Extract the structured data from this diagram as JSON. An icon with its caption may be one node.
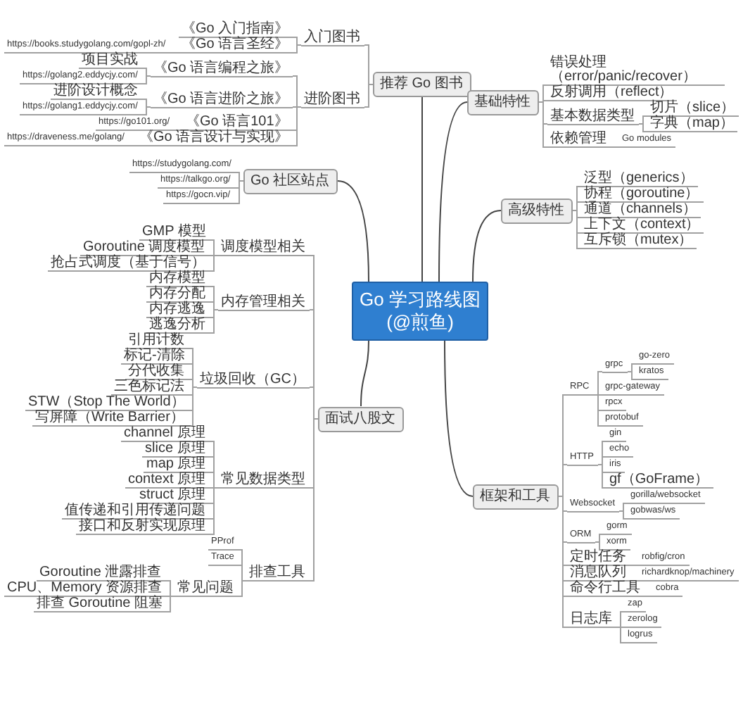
{
  "diagram": {
    "nodes": [
      {
        "text": [
          "Go 学习路线图 (@煎鱼)"
        ]
      },
      {
        "text": [
          "Go 社区站点"
        ]
      },
      {
        "text": [
          "https://studygolang.com/"
        ]
      },
      {
        "text": [
          "https://talkgo.org/"
        ]
      },
      {
        "text": [
          "https://gocn.vip/"
        ]
      },
      {
        "text": [
          "推荐 Go 图书"
        ]
      },
      {
        "text": [
          "入门图书"
        ]
      },
      {
        "text": [
          "《Go 入门指南》"
        ]
      },
      {
        "text": [
          "《Go 语言圣经》"
        ]
      },
      {
        "text": [
          "https://books.studygolang.com/gopl-zh/"
        ]
      },
      {
        "text": [
          "进阶图书"
        ]
      },
      {
        "text": [
          "《Go 语言编程之旅》"
        ]
      },
      {
        "text": [
          "项目实战"
        ]
      },
      {
        "text": [
          "https://golang2.eddycjy.com/"
        ]
      },
      {
        "text": [
          "《Go 语言进阶之旅》"
        ]
      },
      {
        "text": [
          "进阶设计概念"
        ]
      },
      {
        "text": [
          "https://golang1.eddycjy.com/"
        ]
      },
      {
        "text": [
          "《Go 语言101》"
        ]
      },
      {
        "text": [
          "https://go101.org/"
        ]
      },
      {
        "text": [
          "《Go 语言设计与实现》"
        ]
      },
      {
        "text": [
          "https://draveness.me/golang/"
        ]
      },
      {
        "text": [
          "面试八股文"
        ]
      },
      {
        "text": [
          "调度模型相关"
        ]
      },
      {
        "text": [
          "GMP 模型"
        ]
      },
      {
        "text": [
          "Goroutine 调度模型"
        ]
      },
      {
        "text": [
          "抢占式调度（基于信号）"
        ]
      },
      {
        "text": [
          "内存管理相关"
        ]
      },
      {
        "text": [
          "内存模型"
        ]
      },
      {
        "text": [
          "内存分配"
        ]
      },
      {
        "text": [
          "内存逃逸"
        ]
      },
      {
        "text": [
          "逃逸分析"
        ]
      },
      {
        "text": [
          "垃圾回收（GC）"
        ]
      },
      {
        "text": [
          "引用计数"
        ]
      },
      {
        "text": [
          "标记-清除"
        ]
      },
      {
        "text": [
          "分代收集"
        ]
      },
      {
        "text": [
          "三色标记法"
        ]
      },
      {
        "text": [
          "STW（Stop The World）"
        ]
      },
      {
        "text": [
          "写屏障（Write Barrier）"
        ]
      },
      {
        "text": [
          "常见数据类型"
        ]
      },
      {
        "text": [
          "channel 原理"
        ]
      },
      {
        "text": [
          "slice 原理"
        ]
      },
      {
        "text": [
          "map 原理"
        ]
      },
      {
        "text": [
          "context 原理"
        ]
      },
      {
        "text": [
          "struct 原理"
        ]
      },
      {
        "text": [
          "值传递和引用传递问题"
        ]
      },
      {
        "text": [
          "接口和反射实现原理"
        ]
      },
      {
        "text": [
          "排查工具"
        ]
      },
      {
        "text": [
          "PProf"
        ]
      },
      {
        "text": [
          "Trace"
        ]
      },
      {
        "text": [
          "常见问题"
        ]
      },
      {
        "text": [
          "Goroutine 泄露排查"
        ]
      },
      {
        "text": [
          "CPU、Memory 资源排查"
        ]
      },
      {
        "text": [
          "排查 Goroutine 阻塞"
        ]
      },
      {
        "text": [
          "基础特性"
        ]
      },
      {
        "text": [
          "错误处理（error/panic/recover）"
        ]
      },
      {
        "text": [
          "反射调用（reflect）"
        ]
      },
      {
        "text": [
          "基本数据类型"
        ]
      },
      {
        "text": [
          "切片（slice）"
        ]
      },
      {
        "text": [
          "字典（map）"
        ]
      },
      {
        "text": [
          "依赖管理"
        ]
      },
      {
        "text": [
          "Go modules"
        ]
      },
      {
        "text": [
          "高级特性"
        ]
      },
      {
        "text": [
          "泛型（generics）"
        ]
      },
      {
        "text": [
          "协程（goroutine）"
        ]
      },
      {
        "text": [
          "通道（channels）"
        ]
      },
      {
        "text": [
          "上下文（context）"
        ]
      },
      {
        "text": [
          "互斥锁（mutex）"
        ]
      },
      {
        "text": [
          "框架和工具"
        ]
      },
      {
        "text": [
          "RPC"
        ]
      },
      {
        "text": [
          "grpc"
        ]
      },
      {
        "text": [
          "go-zero"
        ]
      },
      {
        "text": [
          "kratos"
        ]
      },
      {
        "text": [
          "grpc-gateway"
        ]
      },
      {
        "text": [
          "rpcx"
        ]
      },
      {
        "text": [
          "protobuf"
        ]
      },
      {
        "text": [
          "HTTP"
        ]
      },
      {
        "text": [
          "gin"
        ]
      },
      {
        "text": [
          "echo"
        ]
      },
      {
        "text": [
          "iris"
        ]
      },
      {
        "text": [
          "gf（GoFrame）"
        ]
      },
      {
        "text": [
          "Websocket"
        ]
      },
      {
        "text": [
          "gorilla/websocket"
        ]
      },
      {
        "text": [
          "gobwas/ws"
        ]
      },
      {
        "text": [
          "ORM"
        ]
      },
      {
        "text": [
          "gorm"
        ]
      },
      {
        "text": [
          "xorm"
        ]
      },
      {
        "text": [
          "定时任务"
        ]
      },
      {
        "text": [
          "robfig/cron"
        ]
      },
      {
        "text": [
          "消息队列"
        ]
      },
      {
        "text": [
          "richardknop/machinery"
        ]
      },
      {
        "text": [
          "命令行工具"
        ]
      },
      {
        "text": [
          "cobra"
        ]
      },
      {
        "text": [
          "日志库"
        ]
      },
      {
        "text": [
          "zap"
        ]
      },
      {
        "text": [
          "zerolog"
        ]
      },
      {
        "text": [
          "logrus"
        ]
      }
    ],
    "edges": [
      {
        "from": 0,
        "to": 1,
        "arrow": "none",
        "color": "#444444"
      },
      {
        "from": 1,
        "to": 2,
        "arrow": "none"
      },
      {
        "from": 1,
        "to": 3,
        "arrow": "none"
      },
      {
        "from": 1,
        "to": 4,
        "arrow": "none"
      },
      {
        "from": 0,
        "to": 5,
        "arrow": "none",
        "color": "#444444"
      },
      {
        "from": 5,
        "to": 6,
        "arrow": "none"
      },
      {
        "from": 6,
        "to": 7,
        "arrow": "none"
      },
      {
        "from": 6,
        "to": 8,
        "arrow": "none"
      },
      {
        "from": 8,
        "to": 9,
        "arrow": "none"
      },
      {
        "from": 5,
        "to": 10,
        "arrow": "none"
      },
      {
        "from": 10,
        "to": 11,
        "arrow": "none"
      },
      {
        "from": 11,
        "to": 12,
        "arrow": "none"
      },
      {
        "from": 11,
        "to": 13,
        "arrow": "none"
      },
      {
        "from": 10,
        "to": 14,
        "arrow": "none"
      },
      {
        "from": 14,
        "to": 15,
        "arrow": "none"
      },
      {
        "from": 14,
        "to": 16,
        "arrow": "none"
      },
      {
        "from": 10,
        "to": 17,
        "arrow": "none"
      },
      {
        "from": 17,
        "to": 18,
        "arrow": "none"
      },
      {
        "from": 10,
        "to": 19,
        "arrow": "none"
      },
      {
        "from": 19,
        "to": 20,
        "arrow": "none"
      },
      {
        "from": 0,
        "to": 21,
        "arrow": "none",
        "color": "#444444"
      },
      {
        "from": 21,
        "to": 22,
        "arrow": "none"
      },
      {
        "from": 22,
        "to": 23,
        "arrow": "none"
      },
      {
        "from": 22,
        "to": 24,
        "arrow": "none"
      },
      {
        "from": 22,
        "to": 25,
        "arrow": "none"
      },
      {
        "from": 21,
        "to": 26,
        "arrow": "none"
      },
      {
        "from": 26,
        "to": 27,
        "arrow": "none"
      },
      {
        "from": 26,
        "to": 28,
        "arrow": "none"
      },
      {
        "from": 26,
        "to": 29,
        "arrow": "none"
      },
      {
        "from": 26,
        "to": 30,
        "arrow": "none"
      },
      {
        "from": 21,
        "to": 31,
        "arrow": "none"
      },
      {
        "from": 31,
        "to": 32,
        "arrow": "none"
      },
      {
        "from": 31,
        "to": 33,
        "arrow": "none"
      },
      {
        "from": 31,
        "to": 34,
        "arrow": "none"
      },
      {
        "from": 31,
        "to": 35,
        "arrow": "none"
      },
      {
        "from": 31,
        "to": 36,
        "arrow": "none"
      },
      {
        "from": 31,
        "to": 37,
        "arrow": "none"
      },
      {
        "from": 21,
        "to": 38,
        "arrow": "none"
      },
      {
        "from": 38,
        "to": 39,
        "arrow": "none"
      },
      {
        "from": 38,
        "to": 40,
        "arrow": "none"
      },
      {
        "from": 38,
        "to": 41,
        "arrow": "none"
      },
      {
        "from": 38,
        "to": 42,
        "arrow": "none"
      },
      {
        "from": 38,
        "to": 43,
        "arrow": "none"
      },
      {
        "from": 38,
        "to": 44,
        "arrow": "none"
      },
      {
        "from": 38,
        "to": 45,
        "arrow": "none"
      },
      {
        "from": 21,
        "to": 46,
        "arrow": "none"
      },
      {
        "from": 46,
        "to": 47,
        "arrow": "none"
      },
      {
        "from": 46,
        "to": 48,
        "arrow": "none"
      },
      {
        "from": 46,
        "to": 49,
        "arrow": "none"
      },
      {
        "from": 49,
        "to": 50,
        "arrow": "none"
      },
      {
        "from": 49,
        "to": 51,
        "arrow": "none"
      },
      {
        "from": 49,
        "to": 52,
        "arrow": "none"
      },
      {
        "from": 0,
        "to": 53,
        "arrow": "none",
        "color": "#444444"
      },
      {
        "from": 53,
        "to": 54,
        "arrow": "none"
      },
      {
        "from": 53,
        "to": 55,
        "arrow": "none"
      },
      {
        "from": 53,
        "to": 56,
        "arrow": "none"
      },
      {
        "from": 56,
        "to": 57,
        "arrow": "none"
      },
      {
        "from": 56,
        "to": 58,
        "arrow": "none"
      },
      {
        "from": 53,
        "to": 59,
        "arrow": "none"
      },
      {
        "from": 59,
        "to": 60,
        "arrow": "none"
      },
      {
        "from": 0,
        "to": 61,
        "arrow": "none",
        "color": "#444444"
      },
      {
        "from": 61,
        "to": 62,
        "arrow": "none"
      },
      {
        "from": 61,
        "to": 63,
        "arrow": "none"
      },
      {
        "from": 61,
        "to": 64,
        "arrow": "none"
      },
      {
        "from": 61,
        "to": 65,
        "arrow": "none"
      },
      {
        "from": 61,
        "to": 66,
        "arrow": "none"
      },
      {
        "from": 0,
        "to": 67,
        "arrow": "none",
        "color": "#444444"
      },
      {
        "from": 67,
        "to": 68,
        "arrow": "none"
      },
      {
        "from": 68,
        "to": 69,
        "arrow": "none"
      },
      {
        "from": 69,
        "to": 70,
        "arrow": "none"
      },
      {
        "from": 69,
        "to": 71,
        "arrow": "none"
      },
      {
        "from": 68,
        "to": 72,
        "arrow": "none"
      },
      {
        "from": 68,
        "to": 73,
        "arrow": "none"
      },
      {
        "from": 68,
        "to": 74,
        "arrow": "none"
      },
      {
        "from": 67,
        "to": 75,
        "arrow": "none"
      },
      {
        "from": 75,
        "to": 76,
        "arrow": "none"
      },
      {
        "from": 75,
        "to": 77,
        "arrow": "none"
      },
      {
        "from": 75,
        "to": 78,
        "arrow": "none"
      },
      {
        "from": 75,
        "to": 79,
        "arrow": "none"
      },
      {
        "from": 67,
        "to": 80,
        "arrow": "none"
      },
      {
        "from": 80,
        "to": 81,
        "arrow": "none"
      },
      {
        "from": 80,
        "to": 82,
        "arrow": "none"
      },
      {
        "from": 67,
        "to": 83,
        "arrow": "none"
      },
      {
        "from": 83,
        "to": 84,
        "arrow": "none"
      },
      {
        "from": 83,
        "to": 85,
        "arrow": "none"
      },
      {
        "from": 67,
        "to": 86,
        "arrow": "none"
      },
      {
        "from": 86,
        "to": 87,
        "arrow": "none"
      },
      {
        "from": 67,
        "to": 88,
        "arrow": "none"
      },
      {
        "from": 88,
        "to": 89,
        "arrow": "none"
      },
      {
        "from": 67,
        "to": 90,
        "arrow": "none"
      },
      {
        "from": 90,
        "to": 91,
        "arrow": "none"
      },
      {
        "from": 67,
        "to": 92,
        "arrow": "none"
      },
      {
        "from": 92,
        "to": 93,
        "arrow": "none"
      },
      {
        "from": 92,
        "to": 94,
        "arrow": "none"
      },
      {
        "from": 92,
        "to": 95,
        "arrow": "none"
      }
    ]
  }
}
